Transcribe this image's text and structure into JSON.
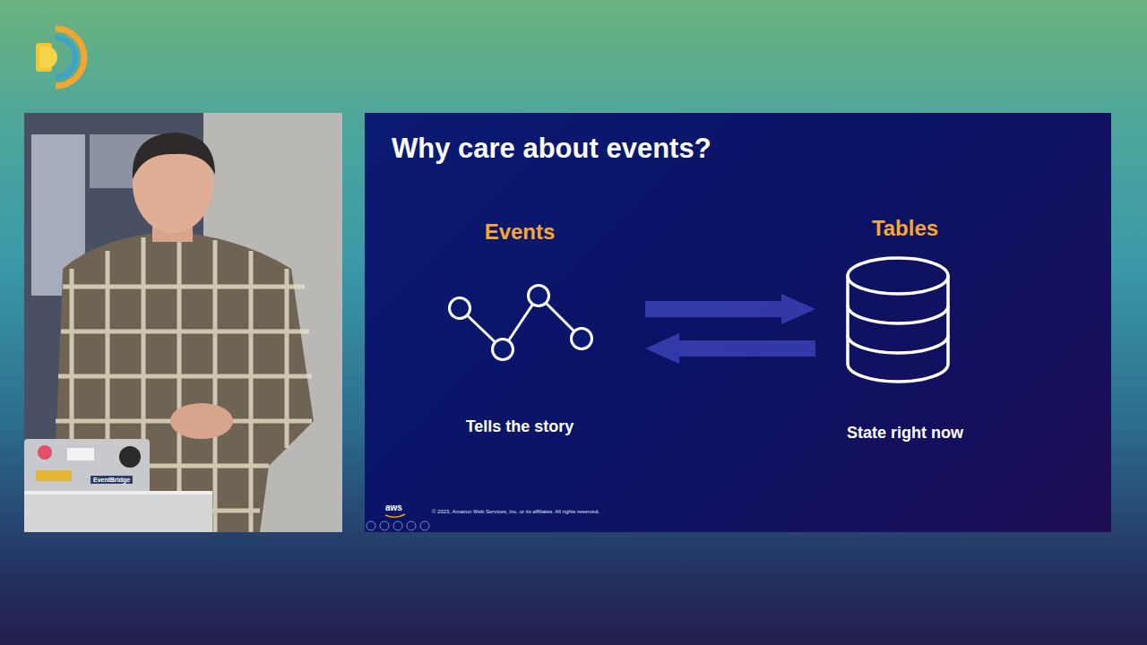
{
  "diagram": {
    "title": "Why care about events?",
    "nodes": [
      {
        "text": [
          "Events",
          "Tells the story"
        ]
      },
      {
        "text": [
          "Tables",
          "State right now"
        ]
      }
    ],
    "edges": [
      {
        "from": 0,
        "to": 1,
        "arrow": "to"
      },
      {
        "from": 1,
        "to": 0,
        "arrow": "to"
      }
    ],
    "labels": [
      "aws",
      "© 2023, Amazon Web Services, Inc. or its affiliates. All rights reserved.",
      "EventBridge"
    ]
  }
}
